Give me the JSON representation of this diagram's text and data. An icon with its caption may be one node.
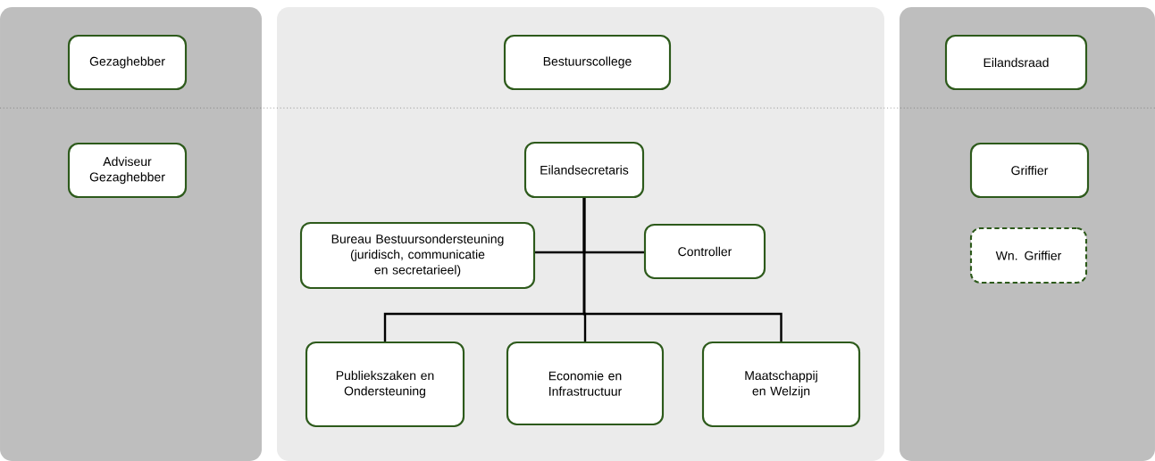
{
  "diagram": {
    "nodes": [
      {
        "text": [],
        "shape": "box"
      },
      {
        "text": [],
        "shape": "box"
      },
      {
        "text": [],
        "shape": "box"
      },
      {
        "text": [
          "Gezaghebber"
        ],
        "in": 0
      },
      {
        "text": [
          "Bestuurscollege"
        ],
        "in": 1
      },
      {
        "text": [
          "Eilandsraad"
        ],
        "in": 2
      },
      {
        "text": [
          "Adviseur Gezaghebber"
        ],
        "in": 0
      },
      {
        "text": [
          "Eilandsecretaris"
        ],
        "in": 1
      },
      {
        "text": [
          "Bureau Bestuursondersteuning (juridisch, communicatie en secretarieel)"
        ],
        "in": 1
      },
      {
        "text": [
          "Controller"
        ],
        "in": 1
      },
      {
        "text": [
          "Griffier"
        ],
        "in": 2
      },
      {
        "text": [
          "Wn. Griffier"
        ],
        "in": 2
      },
      {
        "text": [
          "Publiekszaken en Ondersteuning"
        ],
        "in": 1
      },
      {
        "text": [
          "Economie en Infrastructuur"
        ],
        "in": 1
      },
      {
        "text": [
          "Maatschappij en Welzijn"
        ],
        "in": 1
      }
    ],
    "edges": [
      {
        "from": 7,
        "to": 8,
        "arrow": "none"
      },
      {
        "from": 7,
        "to": 9,
        "arrow": "none"
      },
      {
        "from": 7,
        "to": 12,
        "arrow": "none"
      },
      {
        "from": 7,
        "to": 13,
        "arrow": "none"
      },
      {
        "from": 7,
        "to": 14,
        "arrow": "none"
      }
    ]
  }
}
